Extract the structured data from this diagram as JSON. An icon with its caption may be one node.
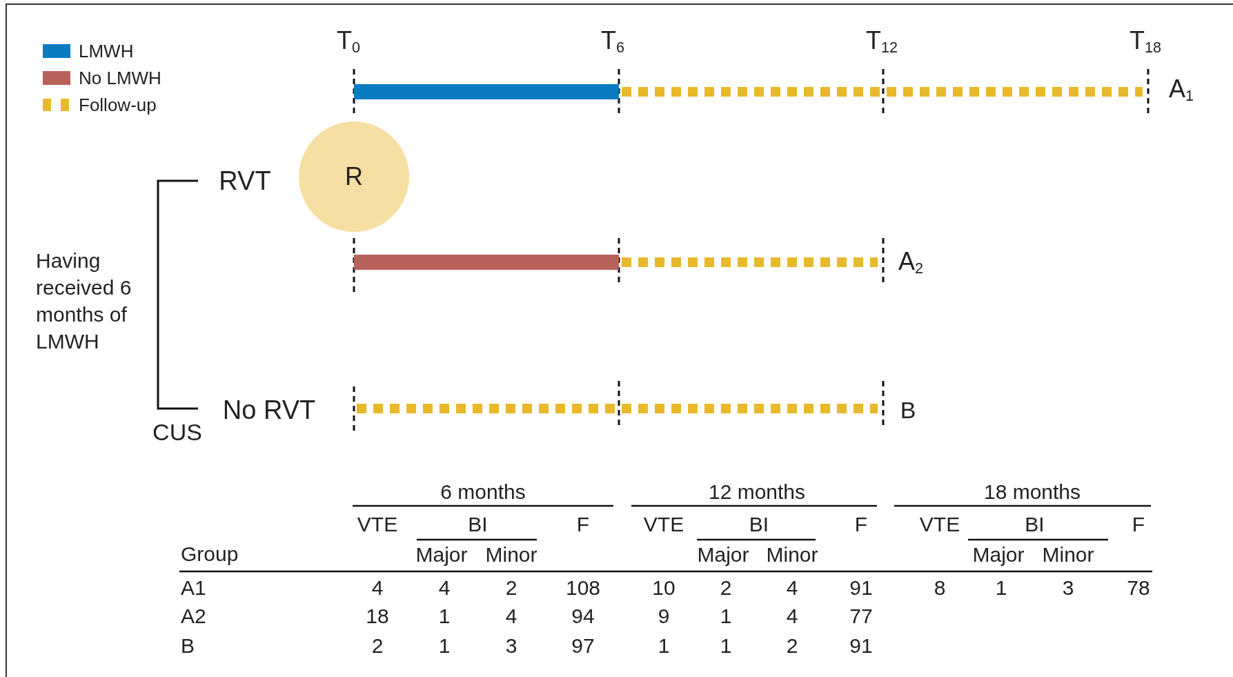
{
  "diagram": {
    "nodes": [
      {
        "text": [
          "R"
        ]
      }
    ],
    "labels": [
      "T$_{0}$",
      "T$_{6}$",
      "T$_{12}$",
      "T$_{18}$",
      "A$_{1}$",
      "RVT",
      "Having received 6 months of LMWH",
      "A$_{2}$",
      "No RVT",
      "B",
      "CUS",
      "6 months",
      "12 months",
      "18 months",
      "VTE",
      "BI",
      "F",
      "VTE",
      "BI",
      "F",
      "VTE",
      "BI",
      "F",
      "Group",
      "Major",
      "Minor",
      "Major",
      "Minor",
      "Major",
      "Minor",
      "A1",
      "4",
      "4",
      "2",
      "108",
      "10",
      "2",
      "4",
      "91",
      "8",
      "1",
      "3",
      "78",
      "A2",
      "18",
      "1",
      "4",
      "94",
      "9",
      "1",
      "4",
      "77",
      "B",
      "2",
      "1",
      "3",
      "97",
      "1",
      "1",
      "2",
      "91"
    ],
    "legend": [
      {
        "text": "LMWH",
        "color": "#0a7bc1"
      },
      {
        "text": "No LMWH",
        "color": "#b9625c"
      },
      {
        "text": "Follow-up"
      }
    ]
  }
}
